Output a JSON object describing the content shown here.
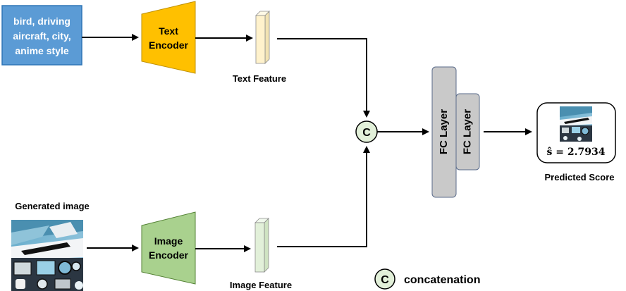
{
  "prompt": {
    "lines": [
      "bird, driving",
      "aircraft, city,",
      "anime style"
    ]
  },
  "text_encoder": {
    "lines": [
      "Text",
      "Encoder"
    ]
  },
  "text_feature": {
    "label": "Text Feature"
  },
  "generated_image": {
    "label": "Generated image"
  },
  "image_encoder": {
    "lines": [
      "Image",
      "Encoder"
    ]
  },
  "image_feature": {
    "label": "Image Feature"
  },
  "concat": {
    "symbol": "C"
  },
  "fc_layers": [
    {
      "label": "FC Layer"
    },
    {
      "label": "FC Layer"
    }
  ],
  "prediction": {
    "score_text": "ŝ = 2.7934",
    "label": "Predicted Score"
  },
  "legend": {
    "symbol": "C",
    "label": "concatenation"
  },
  "colors": {
    "prompt_fill": "#5b9bd5",
    "prompt_stroke": "#2e75b6",
    "text_encoder_fill": "#ffc000",
    "image_encoder_fill": "#a9d18e",
    "text_feature_fill": "#fff2cc",
    "image_feature_fill": "#e2f0d9",
    "fc_fill": "#c9c9c9",
    "concat_fill": "#e2f0d9",
    "arrow": "#000000"
  }
}
